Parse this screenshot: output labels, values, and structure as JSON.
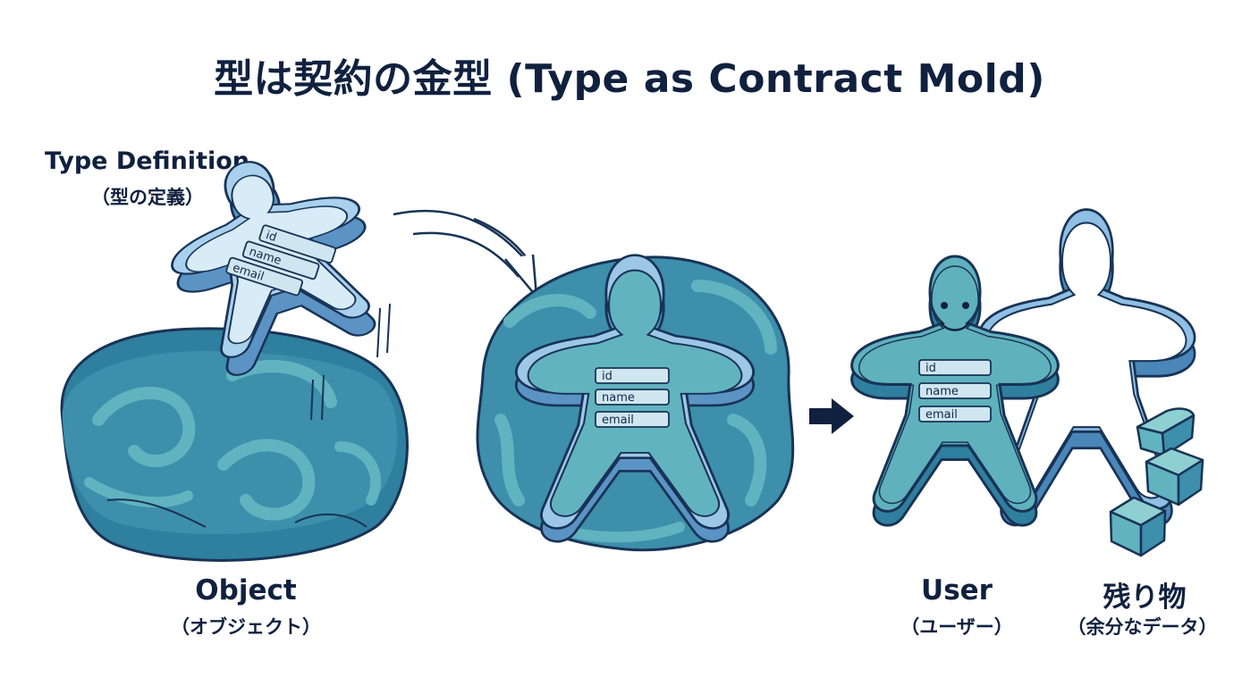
{
  "title": "型は契約の金型 (Type as Contract Mold)",
  "type_definition": {
    "label": "Type Definition",
    "sub": "（型の定義）"
  },
  "object": {
    "label": "Object",
    "sub": "（オブジェクト）"
  },
  "user": {
    "label": "User",
    "sub": "（ユーザー）"
  },
  "leftovers": {
    "label": "残り物",
    "sub": "（余分なデータ）"
  },
  "fields": [
    "id",
    "name",
    "email"
  ],
  "colors": {
    "dough": "#3d8fab",
    "dough_swirl": "#5fb1bd",
    "cutter": "#8fbfe3",
    "cutter_dark": "#5b93c4",
    "outline": "#183356",
    "field_bg": "#cfe6f0"
  }
}
